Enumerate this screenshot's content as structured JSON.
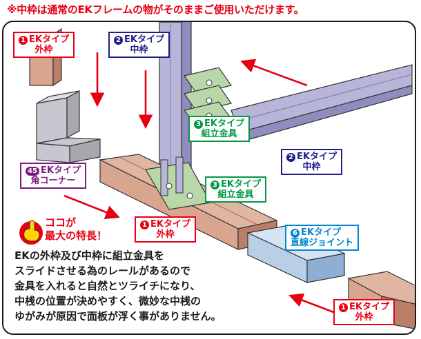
{
  "note": "※中枠は通常のEKフレームの物がそのままご使用いただけます。",
  "labels": {
    "outer_tl": {
      "num": "1",
      "line1": "EKタイプ",
      "line2": "外枠"
    },
    "inner_top": {
      "num": "2",
      "line1": "EKタイプ",
      "line2": "中枠"
    },
    "bracket_upper": {
      "num": "3",
      "line1": "EKタイプ",
      "line2": "組立金具"
    },
    "inner_right": {
      "num": "2",
      "line1": "EKタイプ",
      "line2": "中枠"
    },
    "corner": {
      "num": "45",
      "line1": "EKタイプ",
      "line2": "角コーナー"
    },
    "bracket_lower": {
      "num": "3",
      "line1": "EKタイプ",
      "line2": "組立金具"
    },
    "outer_center": {
      "num": "1",
      "line1": "EKタイプ",
      "line2": "外枠"
    },
    "joint": {
      "num": "6",
      "line1": "EKタイプ",
      "line2": "直線ジョイント"
    },
    "outer_br": {
      "num": "1",
      "line1": "EKタイプ",
      "line2": "外枠"
    }
  },
  "feature": {
    "line1": "ココが",
    "line2": "最大の特長！"
  },
  "description": [
    "EKの外枠及び中枠に組立金具を",
    "スライドさせる為のレールがあるので",
    "金具を入れると自然とツライチになり、",
    "中桟の位置が決めやすく、微妙な中桟の",
    "ゆがみが原因で面板が浮く事がありません。"
  ],
  "colors": {
    "red": "#e60012",
    "navy": "#1d2088",
    "green": "#009944",
    "purple": "#7d1a7e",
    "blue": "#0086d1",
    "outer_frame": "#d9a58e",
    "inner_frame": "#b8b6d8",
    "bracket": "#b9d7a8",
    "joint": "#b9cfe8",
    "corner": "#c9c6cf"
  }
}
